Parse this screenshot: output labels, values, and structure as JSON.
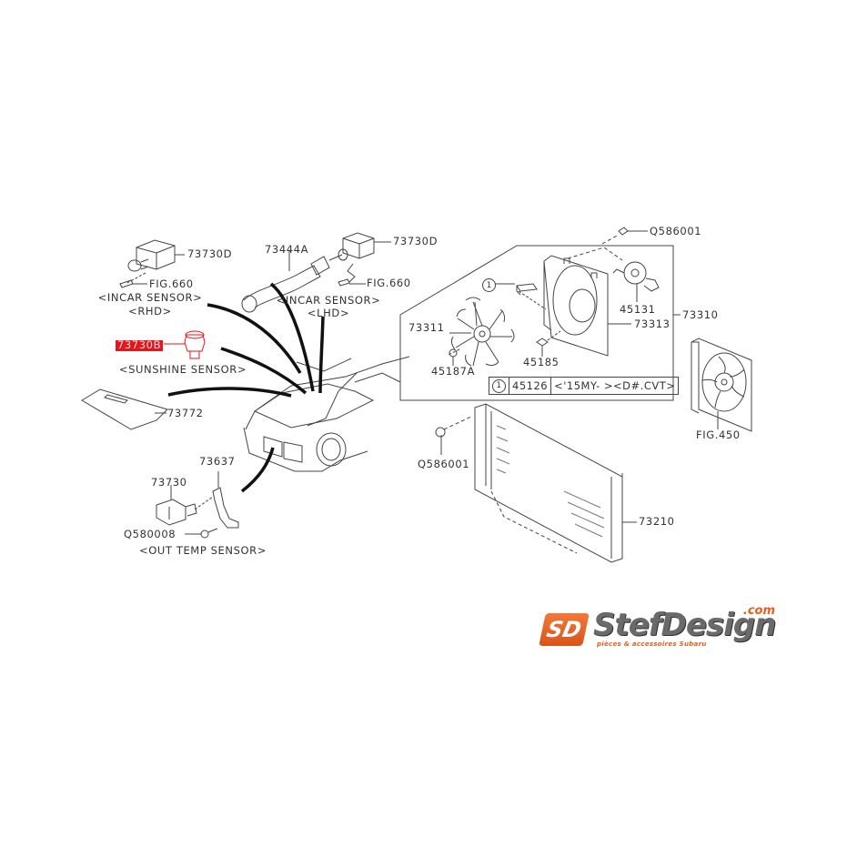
{
  "diagram": {
    "highlight_color": "#e8141a",
    "parts": {
      "p73730D_rhd": "73730D",
      "fig660_rhd": "FIG.660",
      "p73444A": "73444A",
      "p73730D_lhd": "73730D",
      "fig660_lhd": "FIG.660",
      "p73730B": "73730B",
      "p73772": "73772",
      "p73637": "73637",
      "p73730": "73730",
      "q580008": "Q580008",
      "q586001_top": "Q586001",
      "p73311": "73311",
      "p45187A": "45187A",
      "p45185": "45185",
      "p45131": "45131",
      "p73313": "73313",
      "p73310": "73310",
      "fig450": "FIG.450",
      "q586001_cond": "Q586001",
      "p73210": "73210"
    },
    "notes": {
      "incar_rhd_line1": "<INCAR SENSOR>",
      "incar_rhd_line2": "<RHD>",
      "incar_lhd_line1": "<INCAR SENSOR>",
      "incar_lhd_line2": "<LHD>",
      "sunshine": "<SUNSHINE SENSOR>",
      "out_temp": "<OUT TEMP SENSOR>"
    },
    "callout_marker": "1",
    "legend": {
      "marker": "1",
      "part": "45126",
      "condition": "<'15MY- ><D#.CVT>"
    }
  },
  "logo": {
    "mark": "SD",
    "name": "StefDesign",
    "domain": ".com",
    "tagline": "pièces & accessoires Subaru",
    "accent": "#e0611f"
  }
}
